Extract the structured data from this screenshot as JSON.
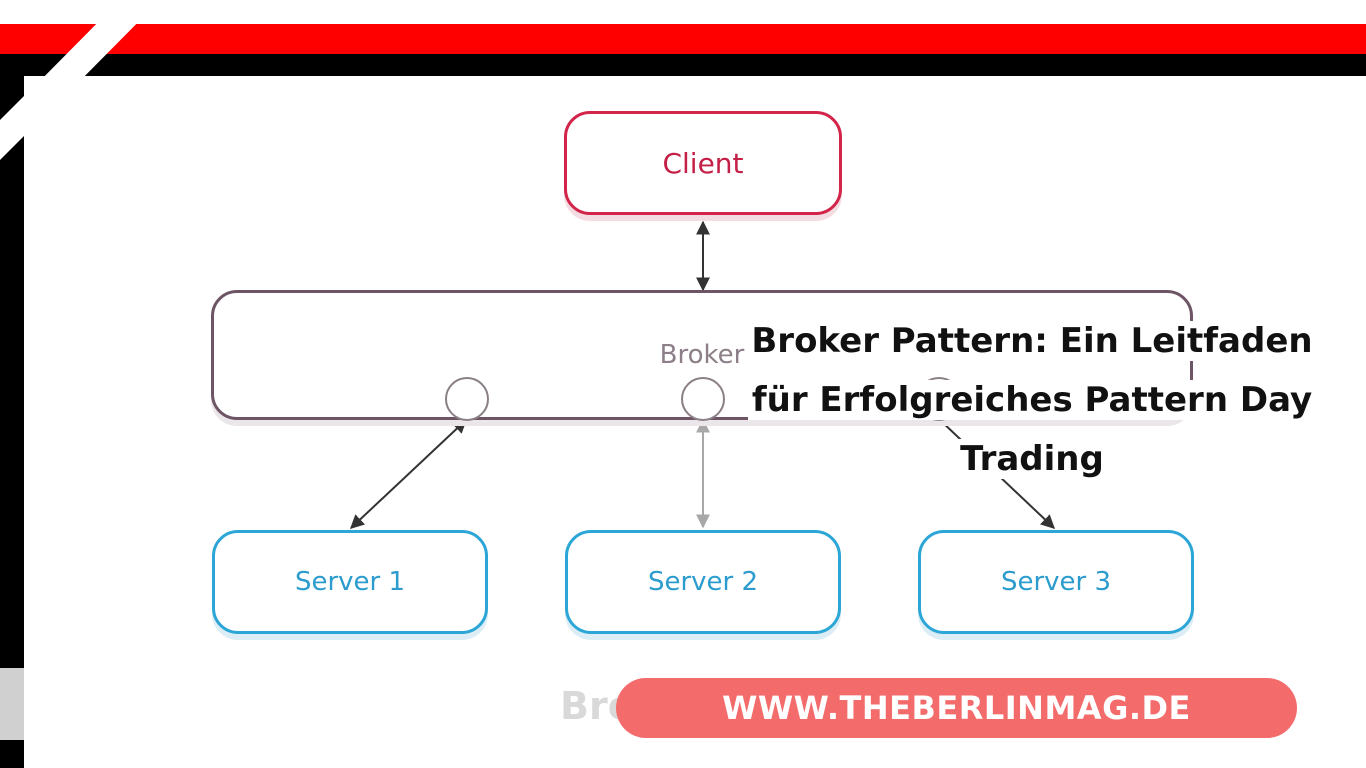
{
  "diagram": {
    "client_label": "Client",
    "broker_label": "Broker",
    "servers": [
      "Server 1",
      "Server 2",
      "Server 3"
    ],
    "caption": "Broker pattern"
  },
  "article": {
    "headline_lines": [
      "Broker Pattern: Ein Leitfaden",
      "für Erfolgreiches Pattern Day",
      "Trading"
    ],
    "website": "WWW.THEBERLINMAG.DE"
  },
  "colors": {
    "banner_red": "#ff0000",
    "frame_black": "#000000",
    "client_border": "#d3244a",
    "broker_border": "#6e5565",
    "server_border": "#2ca6d6",
    "url_pill": "#f46b6b"
  }
}
